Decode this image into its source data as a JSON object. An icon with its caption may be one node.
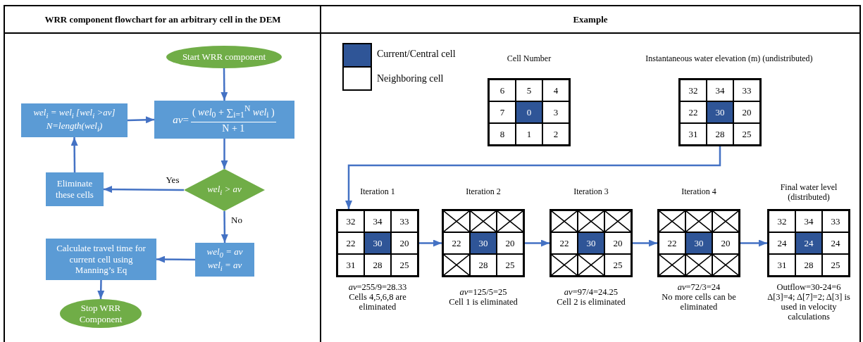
{
  "diagram": {
    "nodes": [
      {
        "text": [
          "Start WRR component"
        ]
      },
      {
        "text": [
          "*av*=",
          "( *wel*$_{0}$ + ∑$_{i=1}$$^{N}$ *wel*$_{i}$ )",
          "N + 1"
        ]
      },
      {
        "text": [
          "wel$_{i}$ = wel$_{i}$ [wel$_{i}$ >av]",
          "N=length(wel$_{i}$)"
        ]
      },
      {
        "text": [
          "wel$_{i}$ > av"
        ]
      },
      {
        "text": [
          "Eliminate these cells"
        ]
      },
      {
        "text": [
          "wel$_{0}$ = av",
          "wel$_{i}$ = av"
        ]
      },
      {
        "text": [
          "Calculate travel time for current cell using Manning’s Eq"
        ]
      },
      {
        "text": [
          "Stop WRR Component"
        ]
      },
      {
        "text": [
          "Cell Number"
        ]
      },
      {
        "text": [
          "6"
        ],
        "in": 8
      },
      {
        "text": [
          "5"
        ],
        "in": 8
      },
      {
        "text": [
          "4"
        ],
        "in": 8
      },
      {
        "text": [
          "7"
        ],
        "in": 8
      },
      {
        "text": [
          "0"
        ],
        "in": 8
      },
      {
        "text": [
          "3"
        ],
        "in": 8
      },
      {
        "text": [
          "8"
        ],
        "in": 8
      },
      {
        "text": [
          "1"
        ],
        "in": 8
      },
      {
        "text": [
          "2"
        ],
        "in": 8
      },
      {
        "text": [
          "Instantaneous water elevation (m) (undistributed)"
        ]
      },
      {
        "text": [
          "32"
        ],
        "in": 18
      },
      {
        "text": [
          "34"
        ],
        "in": 18
      },
      {
        "text": [
          "33"
        ],
        "in": 18
      },
      {
        "text": [
          "22"
        ],
        "in": 18
      },
      {
        "text": [
          "30"
        ],
        "in": 18
      },
      {
        "text": [
          "20"
        ],
        "in": 18
      },
      {
        "text": [
          "31"
        ],
        "in": 18
      },
      {
        "text": [
          "28"
        ],
        "in": 18
      },
      {
        "text": [
          "25"
        ],
        "in": 18
      },
      {
        "text": [
          "Iteration 1"
        ],
        "beside": [
          "*av*=255/9=28.33",
          "Cells 4,5,6,8 are eliminated"
        ]
      },
      {
        "text": [
          "32"
        ],
        "in": 28
      },
      {
        "text": [
          "34"
        ],
        "in": 28
      },
      {
        "text": [
          "33"
        ],
        "in": 28
      },
      {
        "text": [
          "22"
        ],
        "in": 28
      },
      {
        "text": [
          "30"
        ],
        "in": 28
      },
      {
        "text": [
          "20"
        ],
        "in": 28
      },
      {
        "text": [
          "31"
        ],
        "in": 28
      },
      {
        "text": [
          "28"
        ],
        "in": 28
      },
      {
        "text": [
          "25"
        ],
        "in": 28
      },
      {
        "text": [
          "Iteration 2"
        ],
        "beside": [
          "*av*=125/5=25",
          "Cell 1 is eliminated"
        ]
      },
      {
        "text": [],
        "shape": "cross",
        "in": 38
      },
      {
        "text": [],
        "shape": "cross",
        "in": 38
      },
      {
        "text": [],
        "shape": "cross",
        "in": 38
      },
      {
        "text": [
          "22"
        ],
        "in": 38
      },
      {
        "text": [
          "30"
        ],
        "in": 38
      },
      {
        "text": [
          "20"
        ],
        "in": 38
      },
      {
        "text": [],
        "shape": "cross",
        "in": 38
      },
      {
        "text": [
          "28"
        ],
        "in": 38
      },
      {
        "text": [
          "25"
        ],
        "in": 38
      },
      {
        "text": [
          "Iteration 3"
        ],
        "beside": [
          "*av*=97/4=24.25",
          "Cell 2 is eliminated"
        ]
      },
      {
        "text": [],
        "shape": "cross",
        "in": 48
      },
      {
        "text": [],
        "shape": "cross",
        "in": 48
      },
      {
        "text": [],
        "shape": "cross",
        "in": 48
      },
      {
        "text": [
          "22"
        ],
        "in": 48
      },
      {
        "text": [
          "30"
        ],
        "in": 48
      },
      {
        "text": [
          "20"
        ],
        "in": 48
      },
      {
        "text": [],
        "shape": "cross",
        "in": 48
      },
      {
        "text": [],
        "shape": "cross",
        "in": 48
      },
      {
        "text": [
          "25"
        ],
        "in": 48
      },
      {
        "text": [
          "Iteration 4"
        ],
        "beside": [
          "*av*=72/3=24",
          "No more cells can be eliminated"
        ]
      },
      {
        "text": [],
        "shape": "cross",
        "in": 58
      },
      {
        "text": [],
        "shape": "cross",
        "in": 58
      },
      {
        "text": [],
        "shape": "cross",
        "in": 58
      },
      {
        "text": [
          "22"
        ],
        "in": 58
      },
      {
        "text": [
          "30"
        ],
        "in": 58
      },
      {
        "text": [
          "20"
        ],
        "in": 58
      },
      {
        "text": [],
        "shape": "cross",
        "in": 58
      },
      {
        "text": [],
        "shape": "cross",
        "in": 58
      },
      {
        "text": [],
        "shape": "cross",
        "in": 58
      },
      {
        "text": [
          "Final water level (distributed)"
        ],
        "beside": [
          "Outflow=30-24=6 Δ[3]=4; Δ[7]=2; Δ[3] is used in velocity calculations"
        ]
      },
      {
        "text": [
          "32"
        ],
        "in": 68
      },
      {
        "text": [
          "34"
        ],
        "in": 68
      },
      {
        "text": [
          "33"
        ],
        "in": 68
      },
      {
        "text": [
          "24"
        ],
        "in": 68
      },
      {
        "text": [
          "24"
        ],
        "in": 68
      },
      {
        "text": [
          "24"
        ],
        "in": 68
      },
      {
        "text": [
          "31"
        ],
        "in": 68
      },
      {
        "text": [
          "28"
        ],
        "in": 68
      },
      {
        "text": [
          "25"
        ],
        "in": 68
      }
    ],
    "edges": [
      {
        "from": 0,
        "to": 1,
        "arrow": "to"
      },
      {
        "from": 2,
        "to": 1,
        "arrow": "to"
      },
      {
        "from": 1,
        "to": 3,
        "arrow": "to"
      },
      {
        "from": 3,
        "to": 4,
        "arrow": "to",
        "label": "Yes"
      },
      {
        "from": 4,
        "to": 2,
        "arrow": "to"
      },
      {
        "from": 3,
        "to": 5,
        "arrow": "to",
        "label": "No"
      },
      {
        "from": 5,
        "to": 6,
        "arrow": "to"
      },
      {
        "from": 6,
        "to": 7,
        "arrow": "to"
      },
      {
        "from": 18,
        "to": 28,
        "arrow": "to"
      },
      {
        "from": 28,
        "to": 38,
        "arrow": "to"
      },
      {
        "from": 38,
        "to": 48,
        "arrow": "to"
      },
      {
        "from": 48,
        "to": 58,
        "arrow": "to"
      },
      {
        "from": 58,
        "to": 68,
        "arrow": "to"
      }
    ],
    "labels": [
      "WRR component flowchart for an arbitrary cell in the DEM",
      "Example"
    ],
    "legend": [
      {
        "text": "Current/Central cell",
        "color": "#2f5597"
      },
      {
        "text": "Neighboring cell",
        "color": "#ffffff"
      }
    ]
  }
}
